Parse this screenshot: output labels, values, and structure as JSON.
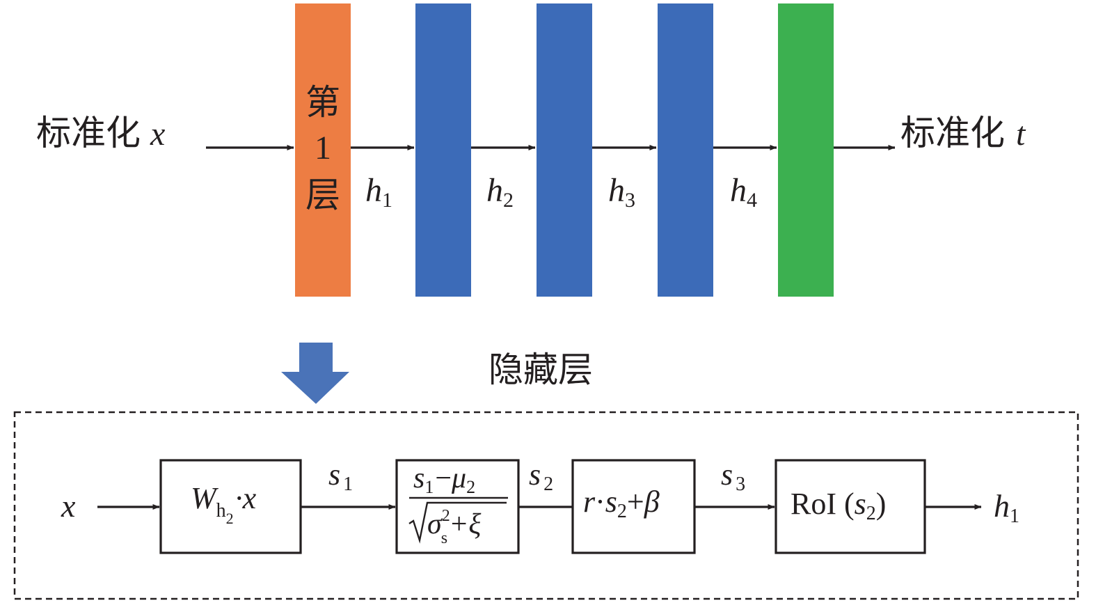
{
  "top_row": {
    "input_label": "标准化",
    "input_var": "x",
    "output_label": "标准化",
    "output_var": "t",
    "first_layer": {
      "chars": [
        "第",
        "1",
        "层"
      ],
      "color": "#ed7d43"
    },
    "hidden_color": "#3c6bb8",
    "output_color": "#3cb050",
    "h_labels": [
      {
        "var": "h",
        "sub": "1"
      },
      {
        "var": "h",
        "sub": "2"
      },
      {
        "var": "h",
        "sub": "3"
      },
      {
        "var": "h",
        "sub": "4"
      }
    ]
  },
  "down_arrow_color": "#4a73b8",
  "hidden_title": "隐藏层",
  "detail": {
    "input_var": "x",
    "output": {
      "var": "h",
      "sub": "1"
    },
    "box1": {
      "W": "W",
      "h": "h",
      "h_sub": "2",
      "dot_x": "·x"
    },
    "s_labels": [
      {
        "var": "s",
        "sub": "1"
      },
      {
        "var": "s",
        "sub": "2"
      },
      {
        "var": "s",
        "sub": "3"
      }
    ],
    "box2": {
      "num_s": "s",
      "num_s_sub": "1",
      "minus": "−",
      "mu": "μ",
      "mu_sub": "2",
      "sigma": "σ",
      "sigma_sup": "2",
      "sigma_sub": "s",
      "plus_xi": "+ξ"
    },
    "box3": {
      "r": "r",
      "dot": "·",
      "s": "s",
      "s_sub": "2",
      "plus": "+",
      "beta": "β"
    },
    "box4": {
      "text": "RoI (",
      "s": "s",
      "s_sub": "2",
      "close": ")"
    }
  }
}
